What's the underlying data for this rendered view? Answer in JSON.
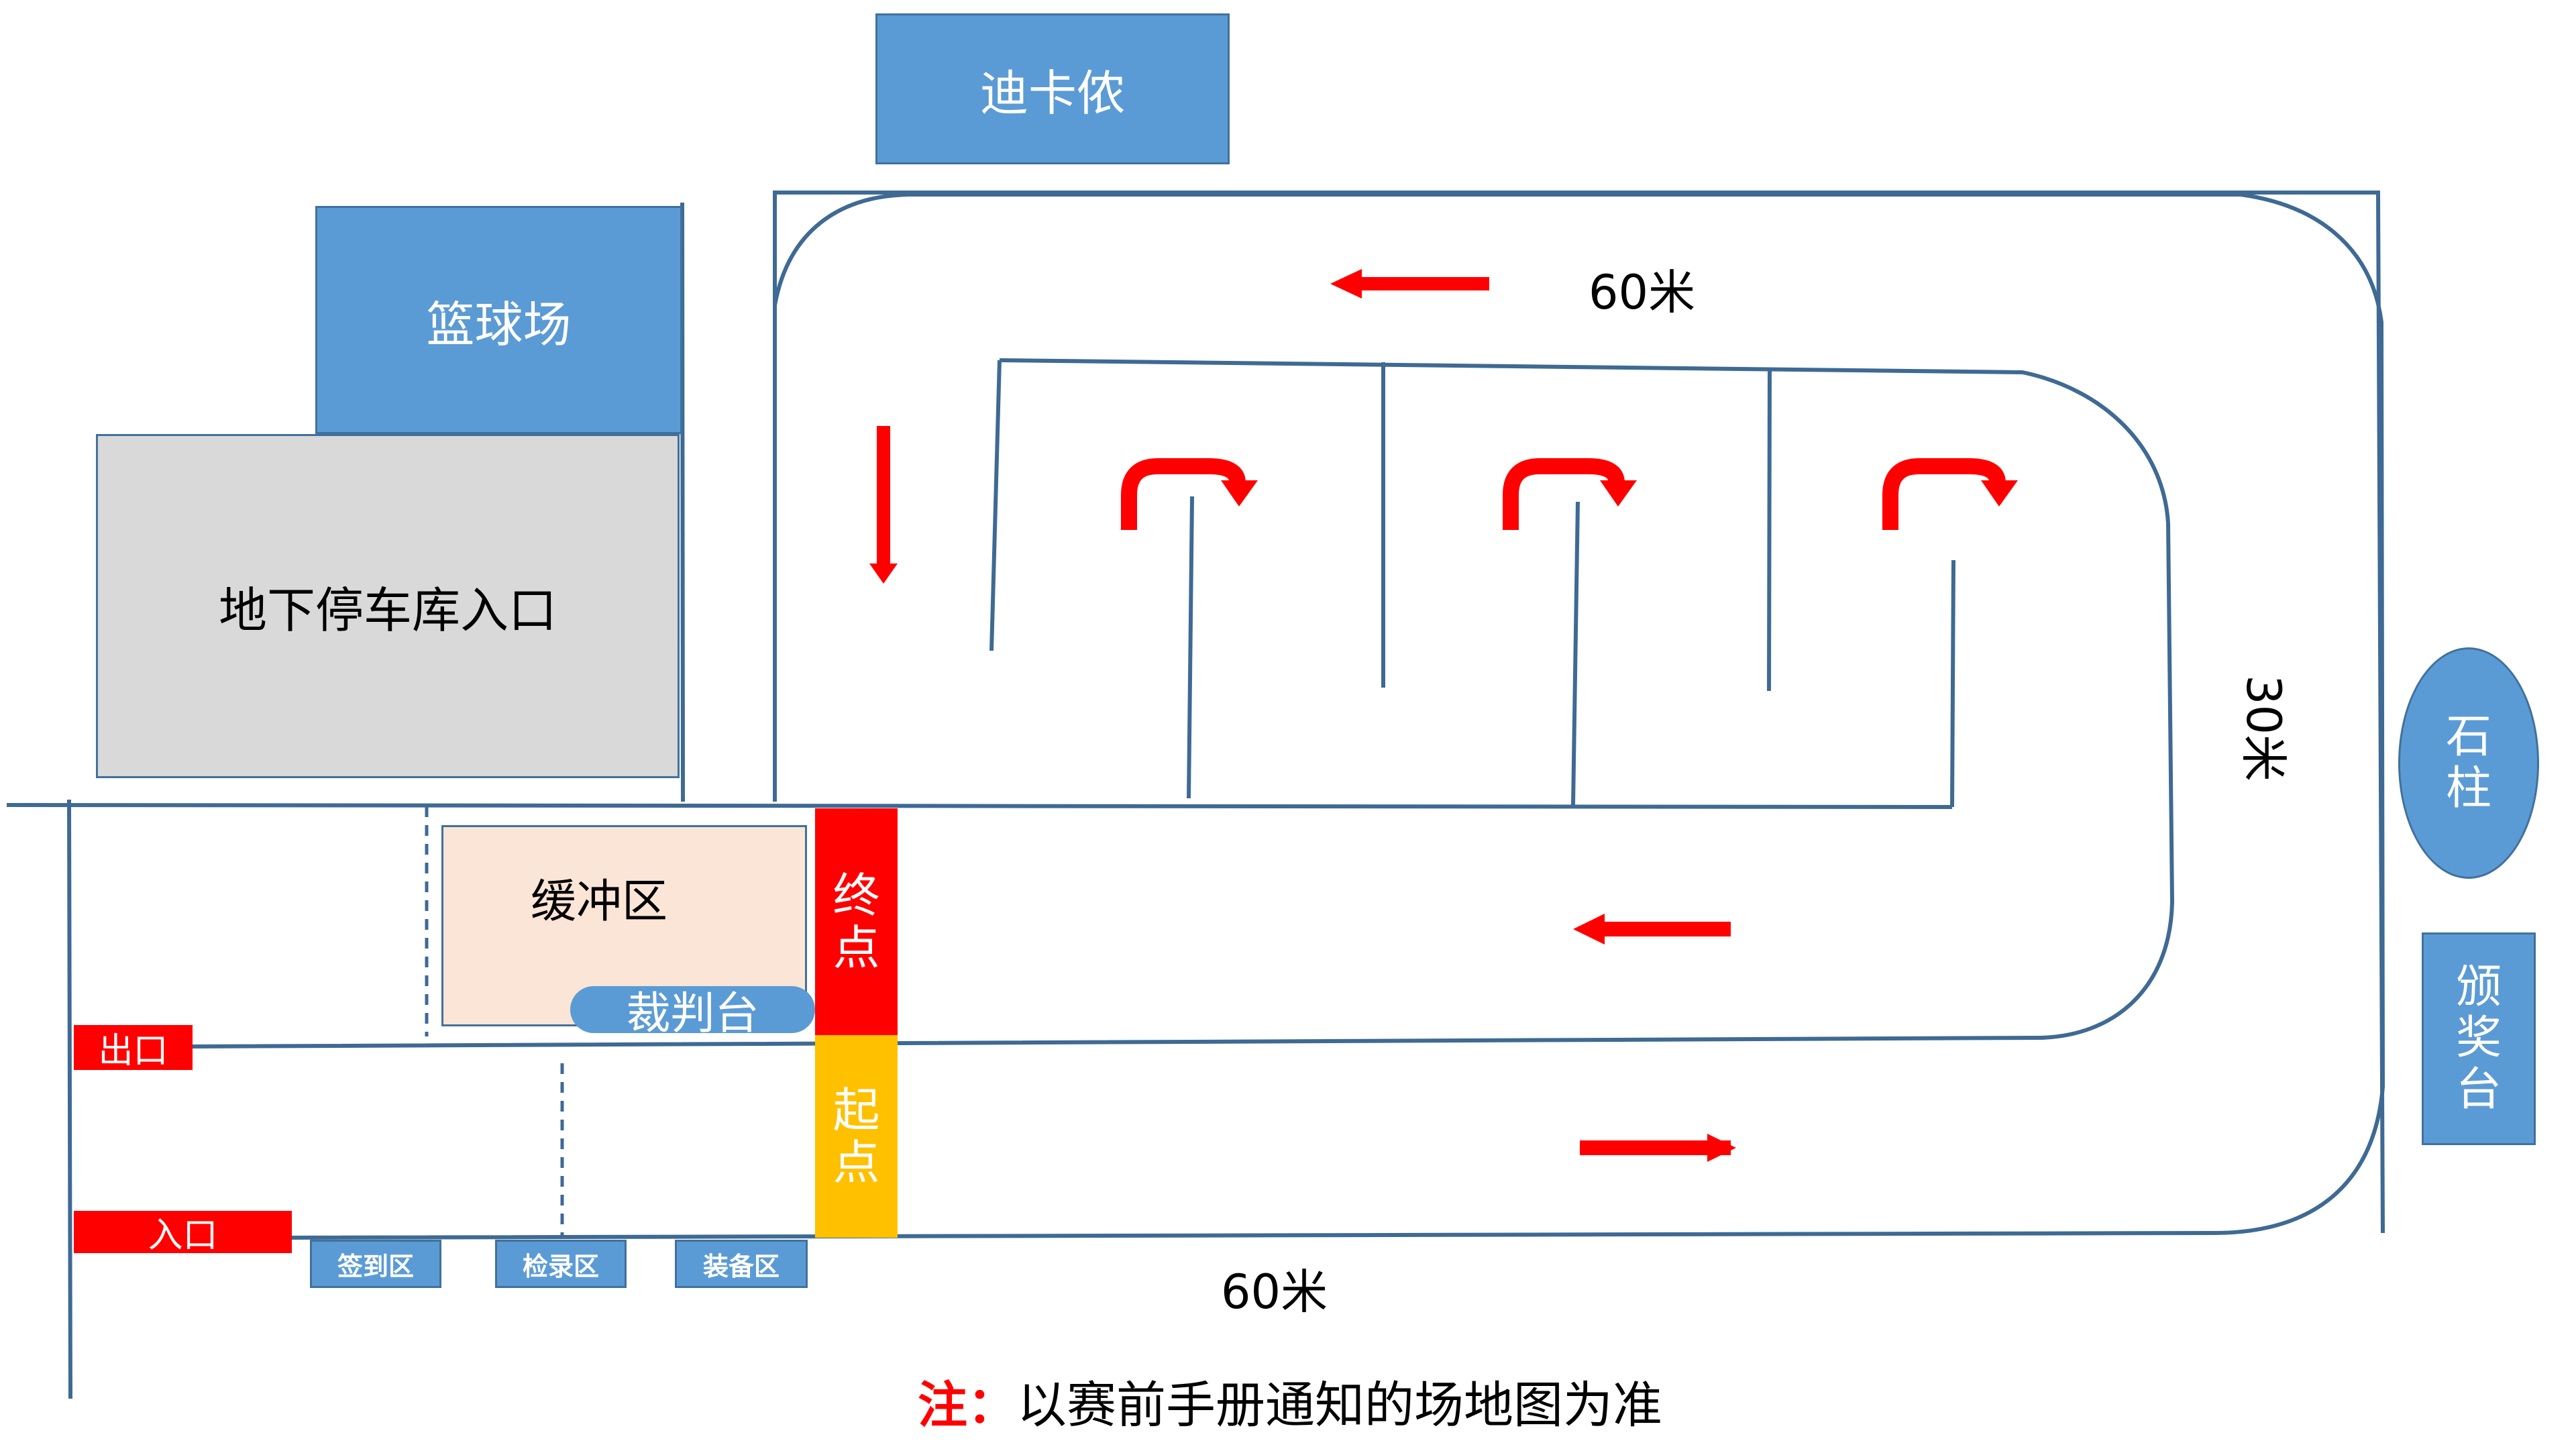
{
  "buildings": {
    "dikanong": "迪卡侬",
    "basketball": "篮球场",
    "parking": "地下停车库入口",
    "stone_pillar": "石\n柱",
    "award_stage": "颁\n奖\n台"
  },
  "zones": {
    "buffer": "缓冲区",
    "referee": "裁判台",
    "finish": "终\n点",
    "start": "起\n点",
    "exit": "出口",
    "entrance": "入口",
    "signin": "签到区",
    "checkin": "检录区",
    "equipment": "装备区"
  },
  "dimensions": {
    "top_length": "60米",
    "bottom_length": "60米",
    "side_width": "30米"
  },
  "note": {
    "prefix": "注：",
    "text": "以赛前手册通知的场地图为准"
  },
  "colors": {
    "track_line": "#3e6a94",
    "building_blue": "#5b9bd5",
    "arrow_red": "#ff0000",
    "finish_red": "#ff0000",
    "start_yellow": "#ffc000",
    "buffer_fill": "#fbe5d6",
    "parking_gray": "#d9d9d9"
  }
}
